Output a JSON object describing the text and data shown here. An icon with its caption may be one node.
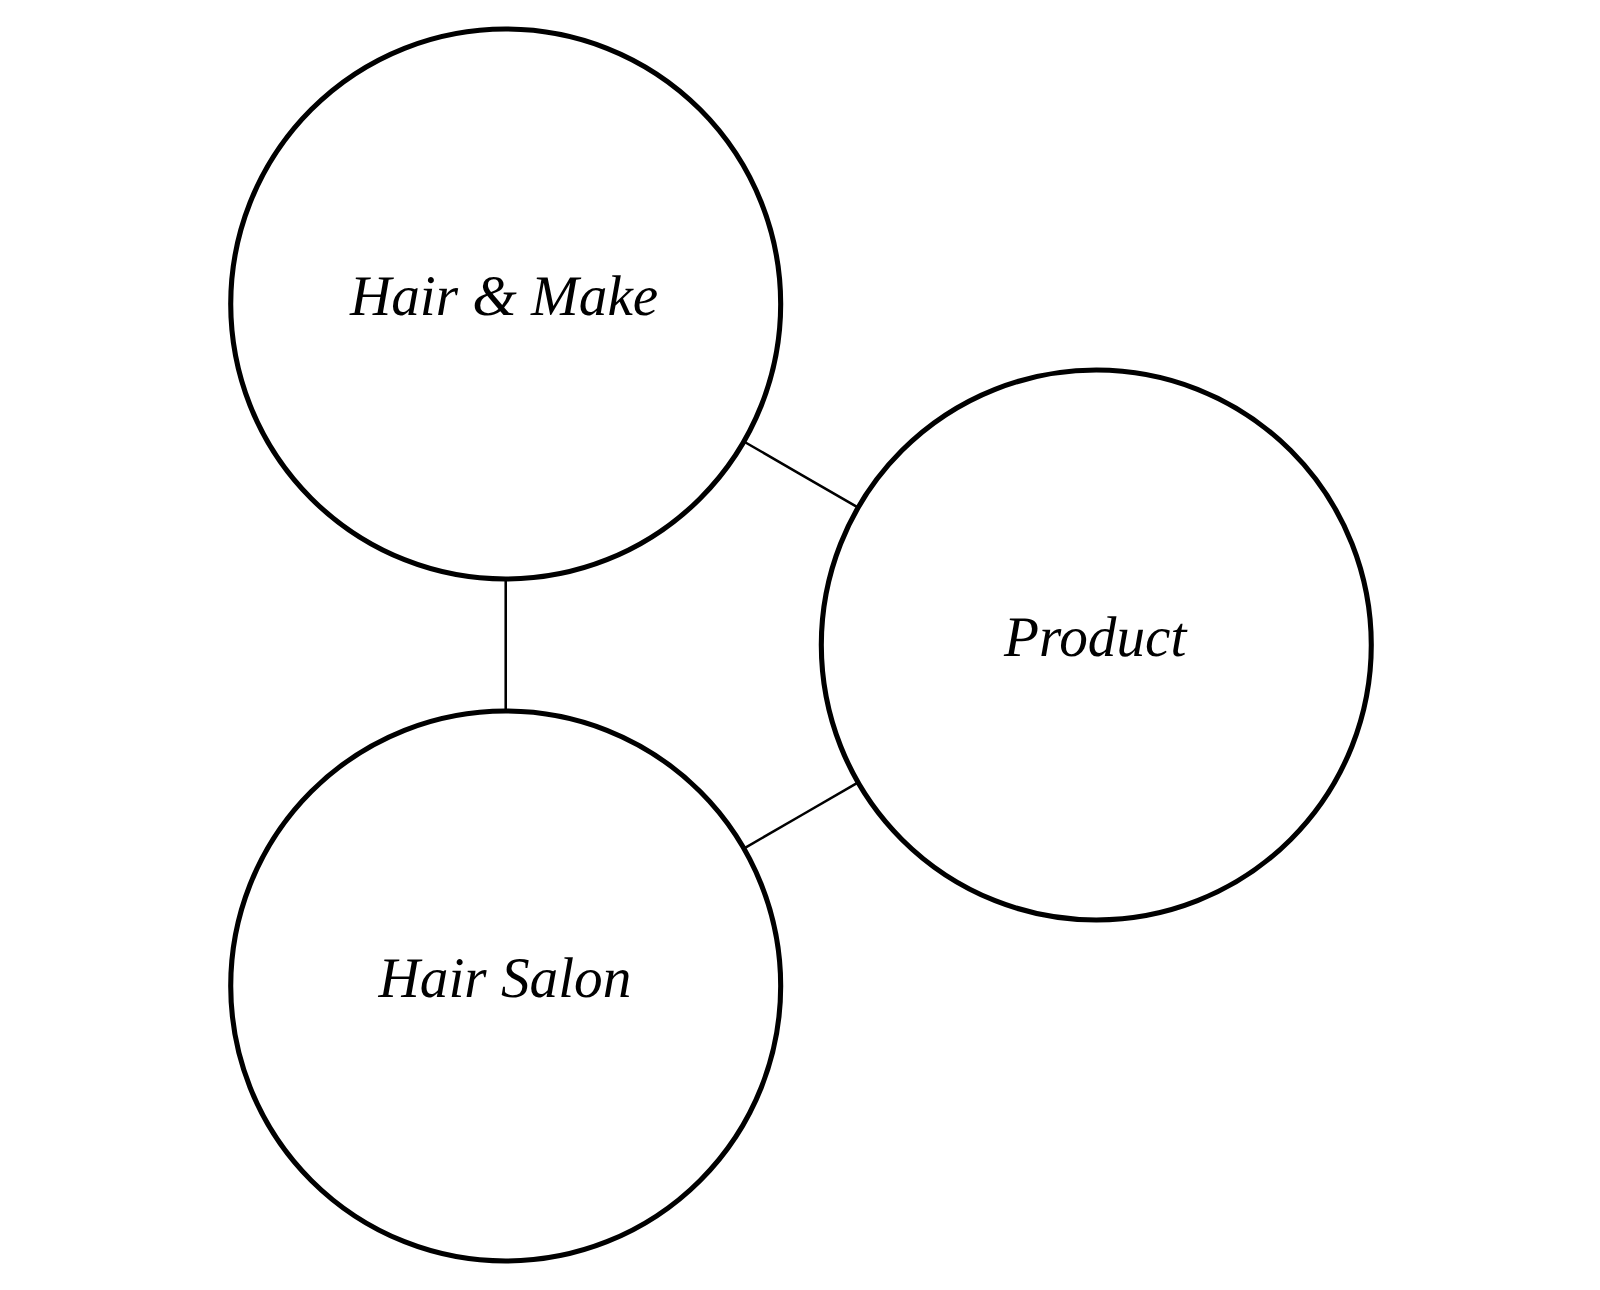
{
  "diagram": {
    "nodes": [
      {
        "text": [
          "Hair Salon"
        ]
      },
      {
        "text": [
          "Hair & Make"
        ]
      },
      {
        "text": [
          "Product"
        ]
      }
    ],
    "edges": [
      {
        "from": 0,
        "to": 1,
        "arrow": "none"
      },
      {
        "from": 1,
        "to": 2,
        "arrow": "none"
      },
      {
        "from": 2,
        "to": 0,
        "arrow": "none"
      }
    ]
  }
}
